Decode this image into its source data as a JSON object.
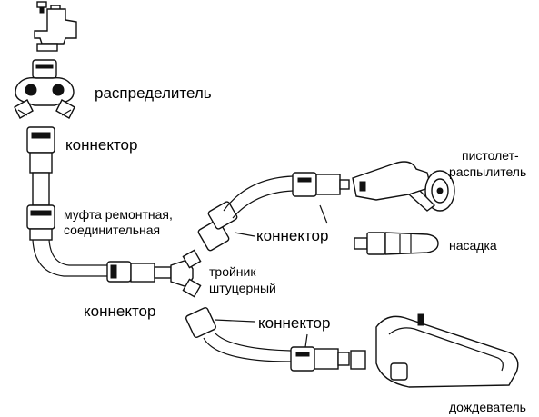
{
  "labels": {
    "distributor": "распределитель",
    "connector_top": "коннектор",
    "repair_coupling_line1": "муфта ремонтная,",
    "repair_coupling_line2": "соединительная",
    "connector_middle": "коннектор",
    "spray_gun_line1": "пистолет-",
    "spray_gun_line2": "распылитель",
    "nozzle": "насадка",
    "tee_line1": "тройник",
    "tee_line2": "штуцерный",
    "connector_bottom_left": "коннектор",
    "connector_bottom": "коннектор",
    "sprinkler": "дождеватель"
  }
}
